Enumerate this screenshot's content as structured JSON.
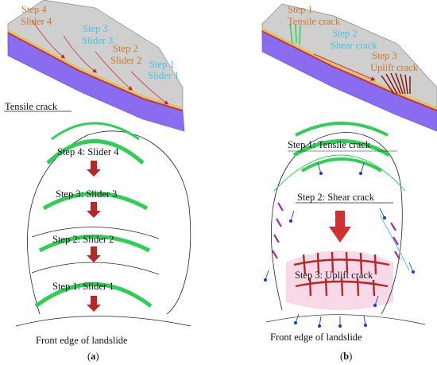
{
  "panel_a": {
    "steps_section": {
      "step4": "Step 4",
      "slider4": "Slider 4",
      "step3": "Step 3",
      "slider3": "Slider 3",
      "step2": "Step 2",
      "slider2": "Slider 2",
      "step1": "Step 1",
      "slider1": "Slider 1"
    },
    "plan": {
      "tensile_crack": "Tensile crack",
      "step4": "Step 4: Slider 4",
      "step3": "Step 3: Slider 3",
      "step2": "Step 2: Slider 2",
      "step1": "Step 1: Slider 1",
      "front_edge": "Front edge of landslide"
    },
    "caption_prefix": "(",
    "caption_letter": "a",
    "caption_suffix": ")"
  },
  "panel_b": {
    "steps_section": {
      "step1": "Step 1",
      "tensile_crack": "Tensile crack",
      "step2": "Step 2",
      "shear_crack": "Shear crack",
      "step3": "Step 3",
      "uplift_crack": "Uplift crack"
    },
    "plan": {
      "step1": "Step 1: Tensile crack",
      "step2": "Step 2: Shear crack",
      "step3": "Step 3: Uplift crack",
      "front_edge": "Front edge of landslide"
    },
    "caption_prefix": "(",
    "caption_letter": "b",
    "caption_suffix": ")"
  },
  "colors": {
    "orange_text": "#c97a2a",
    "cyan_text": "#3fc6e0",
    "green_crack": "#2fcf57",
    "red_arrow": "#b5282a",
    "purple_base": "#8a6cf0",
    "gray_slope": "#cfcfcf",
    "blue_crack": "#1a3fc4",
    "magenta_crack": "#a02fb0",
    "pink_zone": "#f7d5e4"
  }
}
